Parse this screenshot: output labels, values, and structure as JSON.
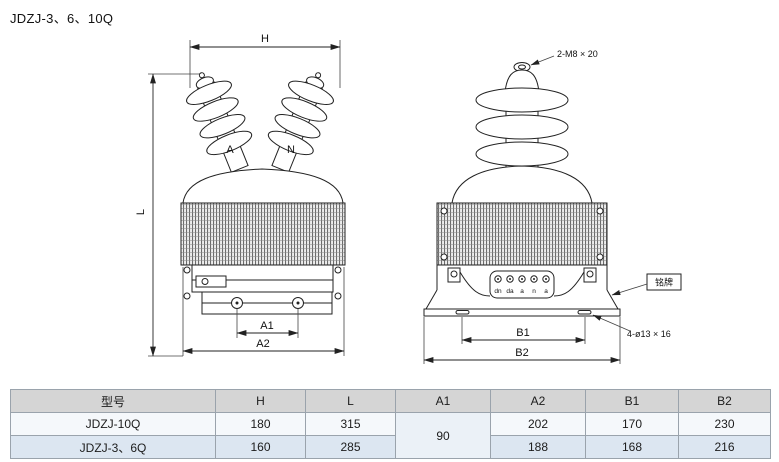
{
  "title": "JDZJ-3、6、10Q",
  "drawing": {
    "front_view": {
      "phase_a": "A",
      "phase_n": "N",
      "dim_h": "H",
      "dim_l": "L",
      "dim_a1": "A1",
      "dim_a2": "A2"
    },
    "side_view": {
      "bolt_note": "2-M8 × 20",
      "nameplate_note": "铭牌",
      "hole_note": "4-ø13 × 16",
      "terminals": [
        "dn",
        "da",
        "a",
        "n",
        "a"
      ],
      "dim_b1": "B1",
      "dim_b2": "B2"
    }
  },
  "table": {
    "headers": [
      "型号",
      "H",
      "L",
      "A1",
      "A2",
      "B1",
      "B2"
    ],
    "a1_merged": "90",
    "rows": [
      {
        "model": "JDZJ-10Q",
        "h": "180",
        "l": "315",
        "a2": "202",
        "b1": "170",
        "b2": "230"
      },
      {
        "model": "JDZJ-3、6Q",
        "h": "160",
        "l": "285",
        "a2": "188",
        "b1": "168",
        "b2": "216"
      }
    ]
  },
  "colors": {
    "line": "#222222",
    "table_header_bg": "#d5d5d5",
    "table_row_alt_bg": "#dce6f1"
  }
}
